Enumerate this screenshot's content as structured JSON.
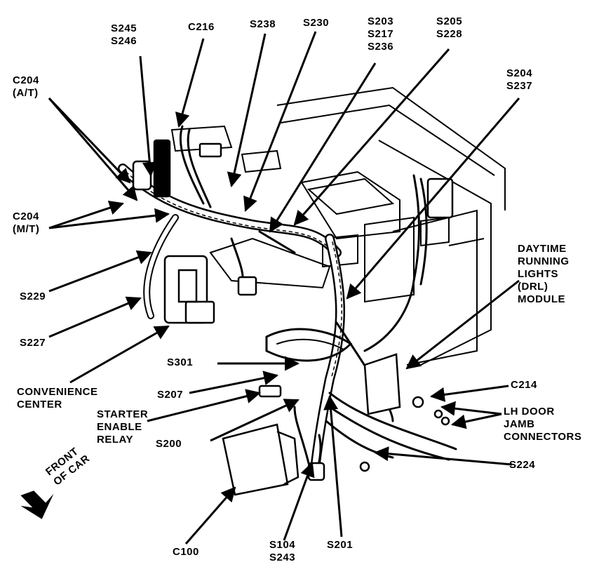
{
  "colors": {
    "ink": "#000000",
    "paper": "#ffffff"
  },
  "labels": {
    "s245": "S245",
    "s246": "S246",
    "c216": "C216",
    "s238": "S238",
    "s230": "S230",
    "s203": "S203",
    "s217": "S217",
    "s236": "S236",
    "s205": "S205",
    "s228": "S228",
    "c204_at_1": "C204",
    "c204_at_2": "(A/T)",
    "s204": "S204",
    "s237": "S237",
    "c204_mt_1": "C204",
    "c204_mt_2": "(M/T)",
    "drl_1": "DAYTIME",
    "drl_2": "RUNNING",
    "drl_3": "LIGHTS",
    "drl_4": "(DRL)",
    "drl_5": "MODULE",
    "s229": "S229",
    "s227": "S227",
    "s301": "S301",
    "conv_1": "CONVENIENCE",
    "conv_2": "CENTER",
    "s207": "S207",
    "c214": "C214",
    "starter_1": "STARTER",
    "starter_2": "ENABLE",
    "starter_3": "RELAY",
    "lhdoor_1": "LH DOOR",
    "lhdoor_2": "JAMB",
    "lhdoor_3": "CONNECTORS",
    "s200": "S200",
    "s224": "S224",
    "front_1": "FRONT",
    "front_2": "OF CAR",
    "c100": "C100",
    "s104": "S104",
    "s243": "S243",
    "s201": "S201"
  }
}
